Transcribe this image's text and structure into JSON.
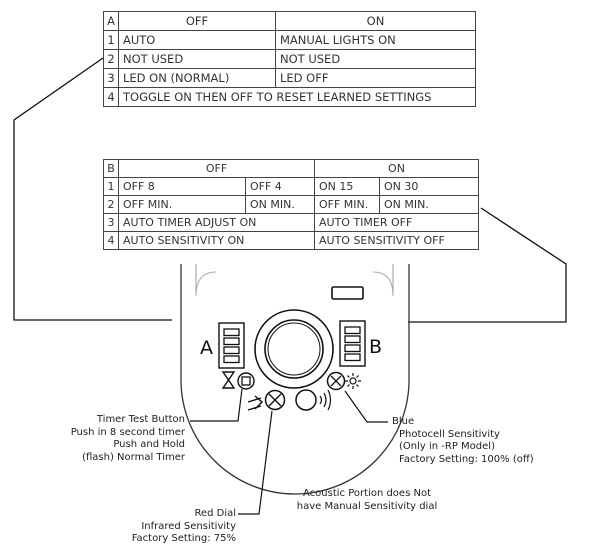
{
  "tableA": {
    "header": [
      "A",
      "OFF",
      "ON"
    ],
    "rows": [
      {
        "n": "1",
        "off": "AUTO",
        "on": "MANUAL LIGHTS ON"
      },
      {
        "n": "2",
        "off": "NOT USED",
        "on": "NOT USED"
      },
      {
        "n": "3",
        "off": "LED ON (NORMAL)",
        "on": "LED OFF"
      },
      {
        "n": "4",
        "span": "TOGGLE ON THEN OFF TO RESET LEARNED SETTINGS"
      }
    ]
  },
  "tableB": {
    "header": [
      "B",
      "OFF",
      "ON"
    ],
    "row1": [
      "1",
      "OFF  8",
      "OFF  4",
      "ON  15",
      "ON  30"
    ],
    "row2": [
      "2",
      "OFF  MIN.",
      "ON  MIN.",
      "OFF MIN.",
      "ON  MIN."
    ],
    "row3": [
      "3",
      "AUTO TIMER ADJUST ON",
      "AUTO TIMER OFF"
    ],
    "row4": [
      "4",
      "AUTO SENSITIVITY ON",
      "AUTO SENSITIVITY OFF"
    ]
  },
  "device": {
    "label_a": "A",
    "label_b": "B",
    "hourglass_icon": "hourglass-icon",
    "test_button_icon": "square-button-icon",
    "arrow_icon": "arrow-icon",
    "dial_icon": "dial-x-icon",
    "acoustic_icon": "sound-waves-icon",
    "sun_icon": "sun-icon"
  },
  "callouts": {
    "timer": [
      "Timer Test Button",
      "Push in 8 second timer",
      "Push and Hold",
      "(flash) Normal Timer"
    ],
    "blue": [
      "Blue",
      "Photocell Sensitivity",
      "(Only in -RP Model)",
      "Factory Setting: 100% (off)"
    ],
    "acoustic": [
      "Acoustic Portion does Not",
      "have Manual Sensitivity dial"
    ],
    "red": [
      "Red  Dial",
      "Infrared Sensitivity",
      "Factory Setting: 75%"
    ]
  }
}
